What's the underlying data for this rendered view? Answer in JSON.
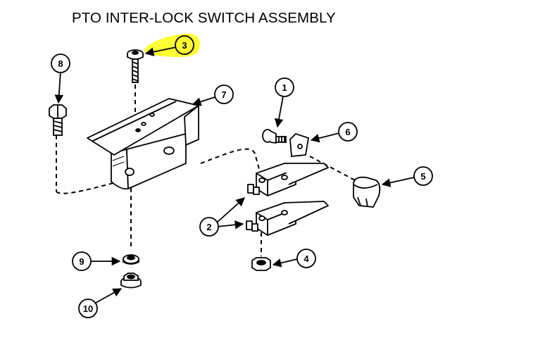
{
  "title": "PTO INTER-LOCK SWITCH ASSEMBLY",
  "highlight_color": "#ffff33",
  "callouts": [
    {
      "id": "callout-1",
      "label": "1"
    },
    {
      "id": "callout-2",
      "label": "2"
    },
    {
      "id": "callout-3",
      "label": "3",
      "highlighted": true
    },
    {
      "id": "callout-4",
      "label": "4"
    },
    {
      "id": "callout-5",
      "label": "5"
    },
    {
      "id": "callout-6",
      "label": "6"
    },
    {
      "id": "callout-7",
      "label": "7"
    },
    {
      "id": "callout-8",
      "label": "8"
    },
    {
      "id": "callout-9",
      "label": "9"
    },
    {
      "id": "callout-10",
      "label": "10"
    }
  ]
}
